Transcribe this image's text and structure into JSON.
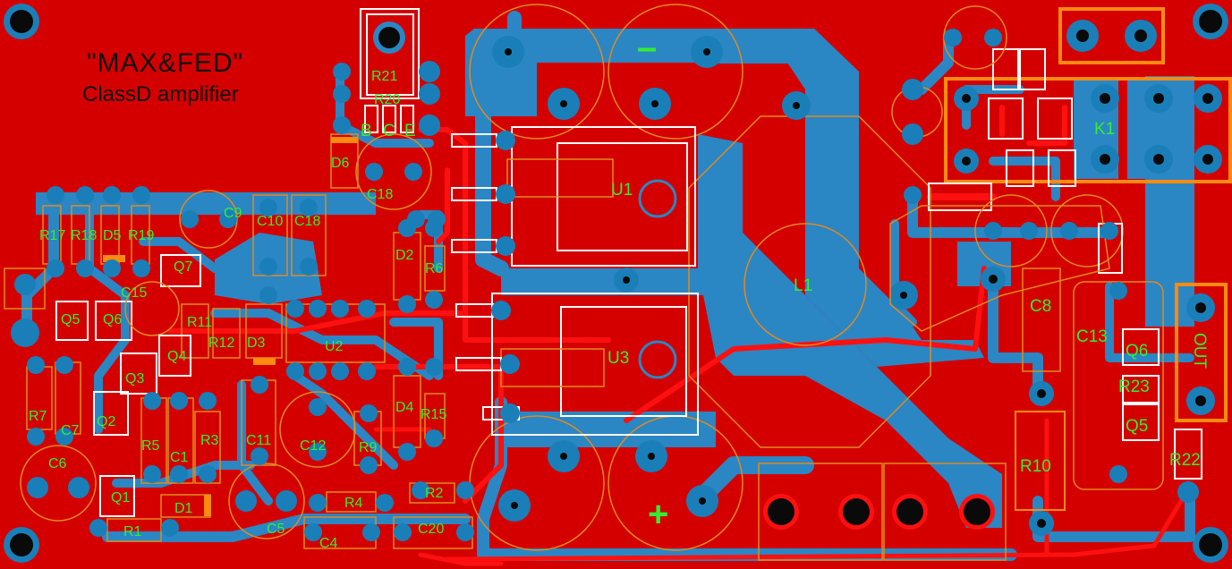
{
  "board": {
    "title": "\"MAX&FED\"",
    "subtitle": "ClassD amplifier",
    "colors": {
      "substrate": "#d40000",
      "copper_top": "#ff1010",
      "copper_bottom": "#2b86c4",
      "silkscreen": "#ffffff",
      "outline": "#e08a20",
      "labels": "#33ee33"
    },
    "polarity": {
      "minus": "–",
      "plus": "+"
    },
    "output_label": "OUT",
    "pin_labels": {
      "b": "B",
      "c": "C",
      "e": "E"
    }
  },
  "components": [
    {
      "ref": "R21"
    },
    {
      "ref": "R20"
    },
    {
      "ref": "D6"
    },
    {
      "ref": "C18"
    },
    {
      "ref": "C9"
    },
    {
      "ref": "C10"
    },
    {
      "ref": "C18b",
      "text": "C18"
    },
    {
      "ref": "R17"
    },
    {
      "ref": "R18"
    },
    {
      "ref": "D5"
    },
    {
      "ref": "R19"
    },
    {
      "ref": "Q7"
    },
    {
      "ref": "C15"
    },
    {
      "ref": "Q5"
    },
    {
      "ref": "Q6"
    },
    {
      "ref": "R11"
    },
    {
      "ref": "R12"
    },
    {
      "ref": "D3"
    },
    {
      "ref": "U2"
    },
    {
      "ref": "Q4"
    },
    {
      "ref": "Q3"
    },
    {
      "ref": "Q2"
    },
    {
      "ref": "R7"
    },
    {
      "ref": "C7"
    },
    {
      "ref": "C6"
    },
    {
      "ref": "R5"
    },
    {
      "ref": "R3"
    },
    {
      "ref": "C1"
    },
    {
      "ref": "Q1"
    },
    {
      "ref": "D1"
    },
    {
      "ref": "R1"
    },
    {
      "ref": "C11"
    },
    {
      "ref": "C12"
    },
    {
      "ref": "R9"
    },
    {
      "ref": "C5"
    },
    {
      "ref": "R4"
    },
    {
      "ref": "C4"
    },
    {
      "ref": "R2"
    },
    {
      "ref": "C20"
    },
    {
      "ref": "D2"
    },
    {
      "ref": "R6"
    },
    {
      "ref": "D4"
    },
    {
      "ref": "R15"
    },
    {
      "ref": "U1"
    },
    {
      "ref": "U3"
    },
    {
      "ref": "L1"
    },
    {
      "ref": "K1"
    },
    {
      "ref": "C8"
    },
    {
      "ref": "C13"
    },
    {
      "ref": "Q6b",
      "text": "Q6"
    },
    {
      "ref": "R23"
    },
    {
      "ref": "Q5b",
      "text": "Q5"
    },
    {
      "ref": "R10"
    },
    {
      "ref": "R22"
    }
  ]
}
